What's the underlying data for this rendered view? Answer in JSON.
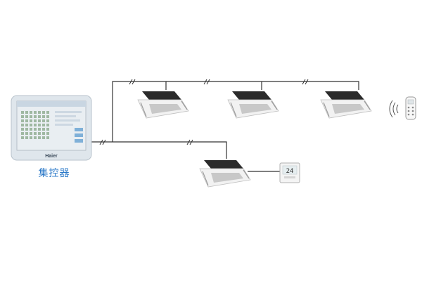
{
  "controller": {
    "brand": "Haier",
    "caption": "集控器",
    "caption_color": "#2a78c8"
  },
  "wired_controller": {
    "display": "24"
  },
  "colors": {
    "wire": "#333333",
    "unit_body": "#2b2b2b",
    "unit_panel": "#f2f2f2",
    "grille": "#c8c8c8",
    "screen_bg": "#e9eef2",
    "bezel": "#dfe6ec"
  },
  "icons": [
    "cassette-ac-unit",
    "wired-controller",
    "remote-control",
    "wireless-signal",
    "central-controller"
  ]
}
